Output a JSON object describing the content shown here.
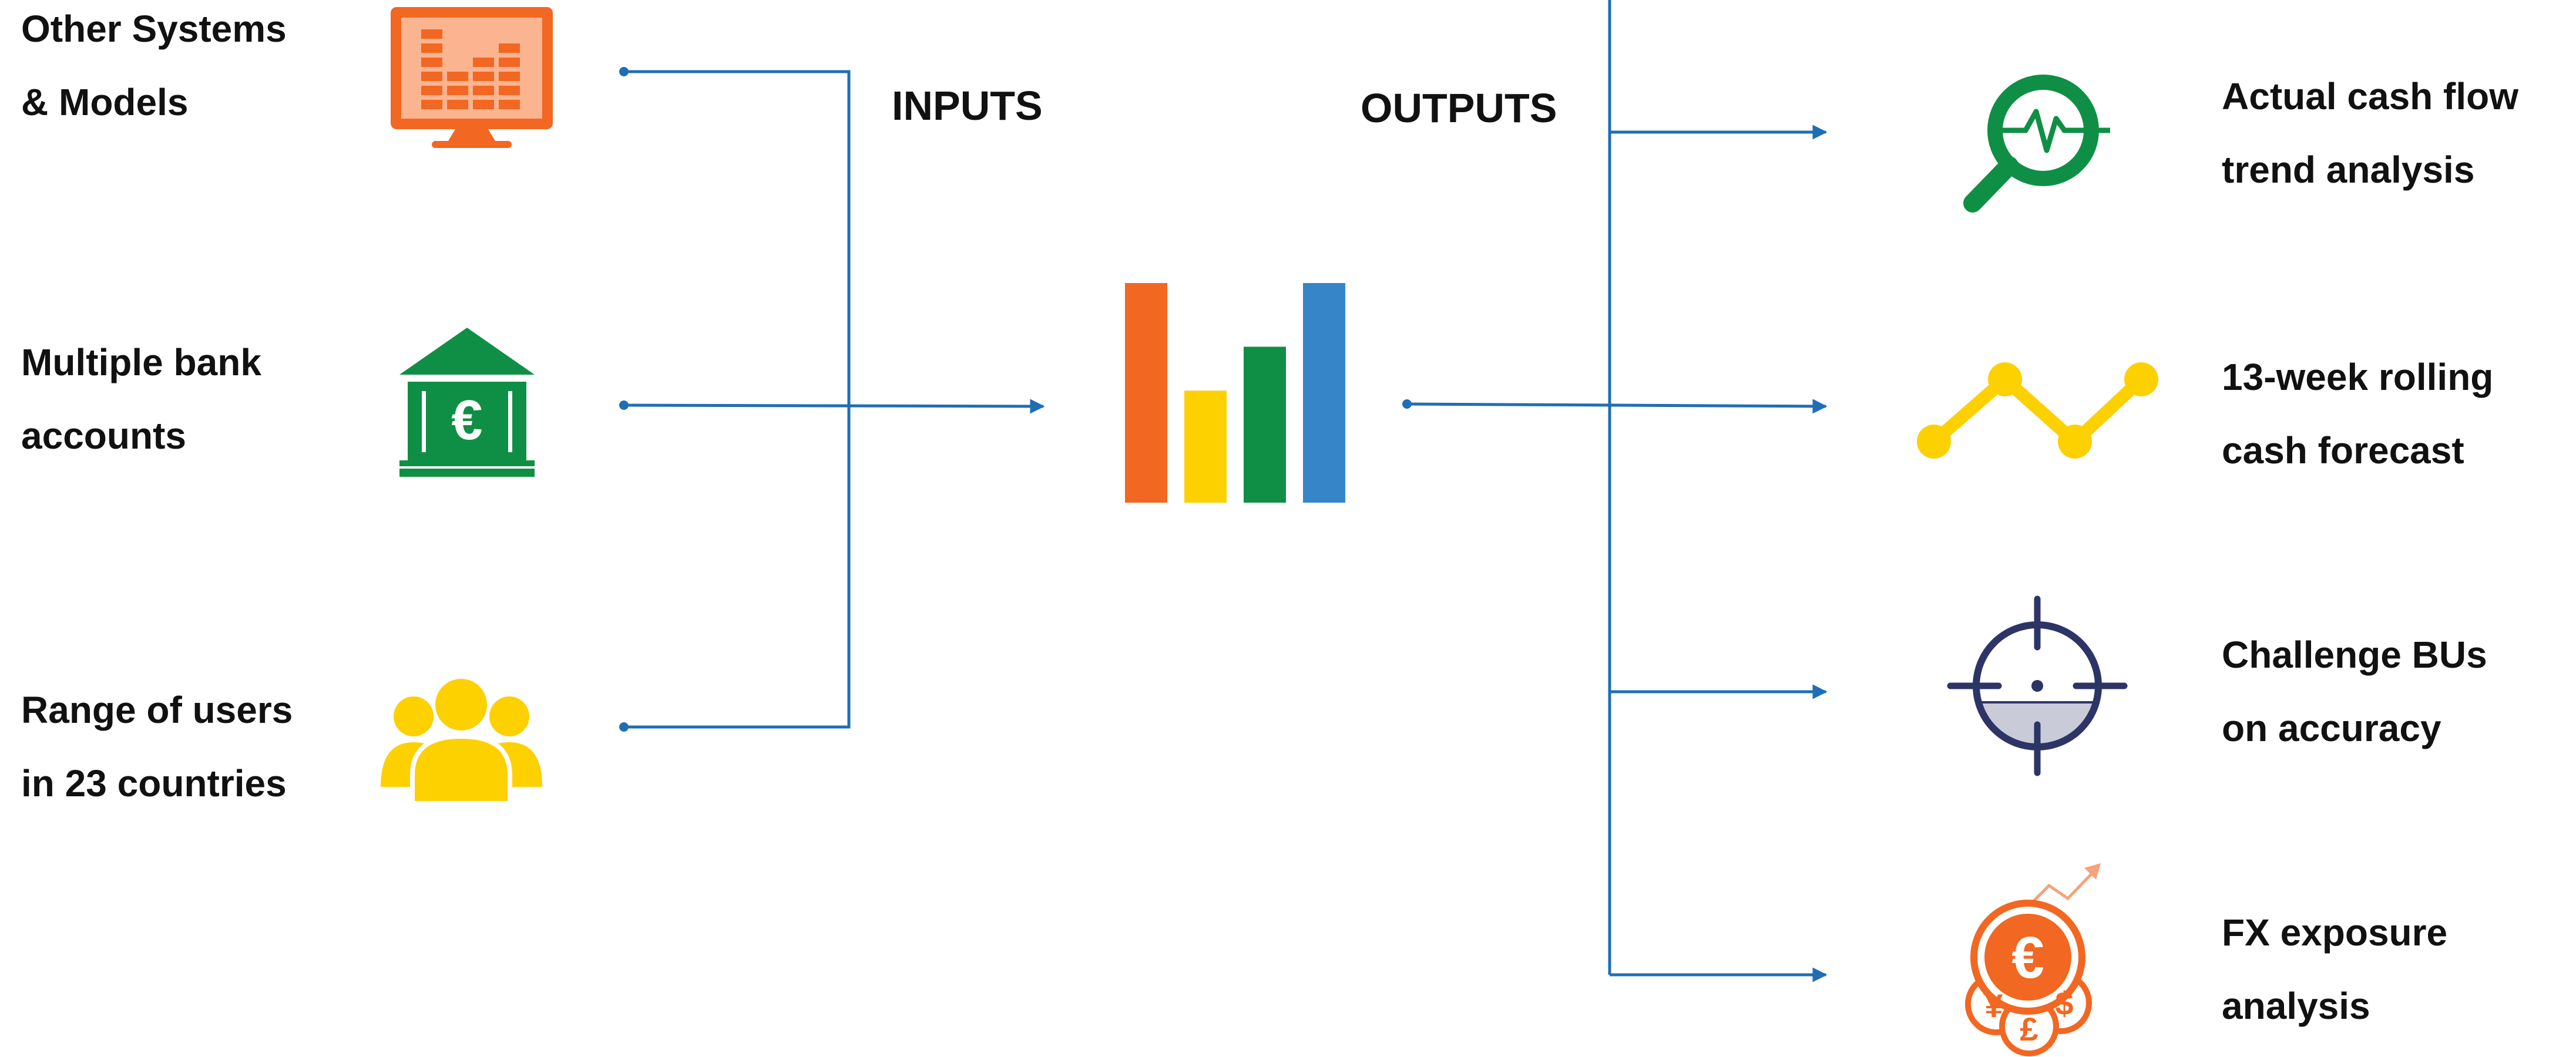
{
  "headings": {
    "inputs": "INPUTS",
    "outputs": "OUTPUTS"
  },
  "inputs": [
    {
      "id": "other-systems",
      "line1": "Other Systems",
      "line2": "& Models",
      "icon": "monitor-chart-icon",
      "color": "#f26722"
    },
    {
      "id": "bank-accounts",
      "line1": "Multiple bank",
      "line2": "accounts",
      "icon": "bank-euro-icon",
      "color": "#0f8f45",
      "symbol": "€"
    },
    {
      "id": "users",
      "line1": "Range of users",
      "line2": "in 23 countries",
      "icon": "users-group-icon",
      "color": "#fdd000"
    }
  ],
  "hub": {
    "icon": "bar-chart-icon",
    "bars": [
      {
        "color": "#f26722",
        "value": 1.0
      },
      {
        "color": "#fdd000",
        "value": 0.51
      },
      {
        "color": "#0f8f45",
        "value": 0.71
      },
      {
        "color": "#3585c8",
        "value": 1.0
      }
    ]
  },
  "outputs": [
    {
      "id": "cash-flow-trend",
      "line1": "Actual cash flow",
      "line2": "trend analysis",
      "icon": "magnifier-pulse-icon",
      "color": "#0f8f45"
    },
    {
      "id": "rolling-forecast",
      "line1": "13-week rolling",
      "line2": "cash forecast",
      "icon": "line-trend-icon",
      "color": "#fdd000"
    },
    {
      "id": "challenge-bus",
      "line1": "Challenge BUs",
      "line2": "on accuracy",
      "icon": "crosshair-target-icon",
      "color": "#2d3466"
    },
    {
      "id": "fx-exposure",
      "line1": "FX exposure",
      "line2": "analysis",
      "icon": "currency-coins-icon",
      "color": "#f26722",
      "symbols": [
        "€",
        "¥",
        "$",
        "£"
      ]
    }
  ],
  "connector_color": "#1f6eb5"
}
